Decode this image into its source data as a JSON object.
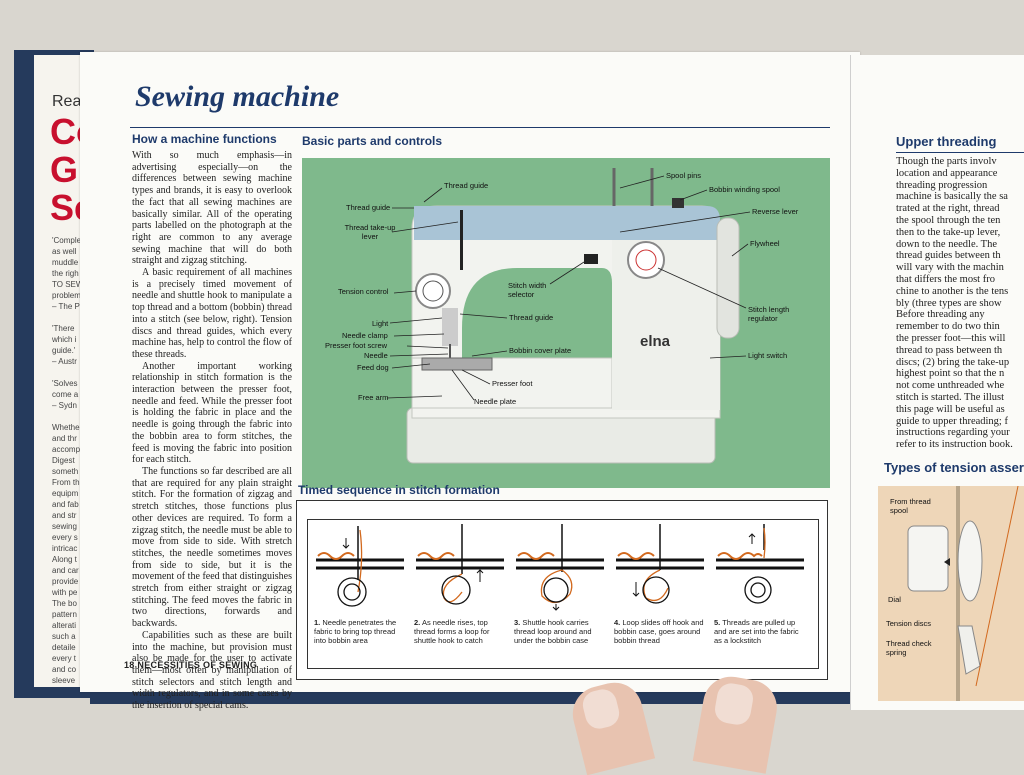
{
  "back_book": {
    "brand": "Read",
    "title_lines": [
      "Co",
      "Gu",
      "Se"
    ],
    "text": "'Comple\nas well\nmuddle\nthe righ\nTO SEW\nproblem\n– The P\n\n'There\nwhich i\nguide.'\n– Austr\n\n'Solves\ncome a\n– Sydn\n\nWhethe\nand thr\naccomp\nDigest\nsometh\nFrom th\nequipm\nand fab\nand str\nsewing\nevery s\nintricac\nAlong t\nand car\nprovide\nwith pe\nThe bo\npattern\nalterati\nsuch a\ndetaile\nevery t\nand co\nsleeve\napplyi"
  },
  "page": {
    "title": "Sewing machine",
    "footer": "18 NECESSITIES OF SEWING"
  },
  "left_column": {
    "heading": "How a machine functions",
    "paragraphs": [
      "With so much emphasis—in advertising especially—on the differences between sewing machine types and brands, it is easy to overlook the fact that all sewing machines are basically similar. All of the operating parts labelled on the photograph at the right are common to any average sewing machine that will do both straight and zigzag stitching.",
      "A basic requirement of all machines is a precisely timed movement of needle and shuttle hook to manipulate a top thread and a bottom (bobbin) thread into a stitch (see below, right). Tension discs and thread guides, which every machine has, help to control the flow of these threads.",
      "Another important working relationship in stitch formation is the interaction between the presser foot, needle and feed. While the presser foot is holding the fabric in place and the needle is going through the fabric into the bobbin area to form stitches, the feed is moving the fabric into position for each stitch.",
      "The functions so far described are all that are required for any plain straight stitch. For the formation of zigzag and stretch stitches, those functions plus other devices are required. To form a zigzag stitch, the needle must be able to move from side to side. With stretch stitches, the needle sometimes moves from side to side, but it is the movement of the feed that distinguishes stretch from either straight or zigzag stitching. The feed moves the fabric in two directions, forwards and backwards.",
      "Capabilities such as these are built into the machine, but provision must also be made for the user to activate them—most often by manipulation of stitch selectors and stitch length and width regulators, and in some cases by the insertion of special cams."
    ]
  },
  "parts": {
    "heading": "Basic parts and controls",
    "brand_logo": "elna",
    "labels": {
      "thread_guide_top": "Thread guide",
      "thread_guide_left": "Thread guide",
      "thread_takeup": "Thread take-up lever",
      "tension_control": "Tension control",
      "light": "Light",
      "needle_clamp": "Needle clamp",
      "presser_foot_screw": "Presser foot screw",
      "needle": "Needle",
      "feed_dog": "Feed dog",
      "free_arm": "Free arm",
      "spool_pins": "Spool pins",
      "bobbin_winding_spool": "Bobbin winding spool",
      "reverse_lever": "Reverse lever",
      "flywheel": "Flywheel",
      "stitch_width_selector": "Stitch width selector",
      "thread_guide_mid": "Thread guide",
      "stitch_length_regulator": "Stitch length regulator",
      "bobbin_cover_plate": "Bobbin cover plate",
      "light_switch": "Light switch",
      "presser_foot": "Presser foot",
      "needle_plate": "Needle plate"
    }
  },
  "sequence": {
    "heading": "Timed sequence in stitch formation",
    "steps": [
      {
        "num": "1.",
        "text": "Needle penetrates the fabric to bring top thread into bobbin area"
      },
      {
        "num": "2.",
        "text": "As needle rises, top thread forms a loop for shuttle hook to catch"
      },
      {
        "num": "3.",
        "text": "Shuttle hook carries thread loop around and under the bobbin case"
      },
      {
        "num": "4.",
        "text": "Loop slides off hook and bobbin case, goes around bobbin thread"
      },
      {
        "num": "5.",
        "text": "Threads are pulled up and are set into the fabric as a lockstitch"
      }
    ]
  },
  "right_page": {
    "heading": "Upper threading",
    "text": "Though the parts involv\nlocation and appearance\nthreading progression\nmachine is basically the sa\ntrated at the right, thread\nthe spool through the ten\nthen to the take-up lever,\ndown to the needle. The\nthread guides between th\nwill vary with the machin\nthat differs the most fro\nchine to another is the tens\nbly (three types are show\nBefore threading any\nremember to do two thin\nthe presser foot—this will\nthread to pass between th\ndiscs; (2) bring the take-up\nhighest point so that the n\nnot come unthreaded whe\nstitch is started. The illust\nthis page will be useful as\nguide to upper threading; f\ninstructions regarding your\nrefer to its instruction book.",
    "heading2": "Types of tension asser",
    "illus_labels": {
      "from_spool": "From thread spool",
      "dial": "Dial",
      "tension_discs": "Tension discs",
      "check_spring": "Thread check spring"
    }
  },
  "colors": {
    "heading_blue": "#1e3a6b",
    "photo_green": "#7fb98c",
    "cover_navy": "#253a5c",
    "accent_red": "#c8102e"
  }
}
